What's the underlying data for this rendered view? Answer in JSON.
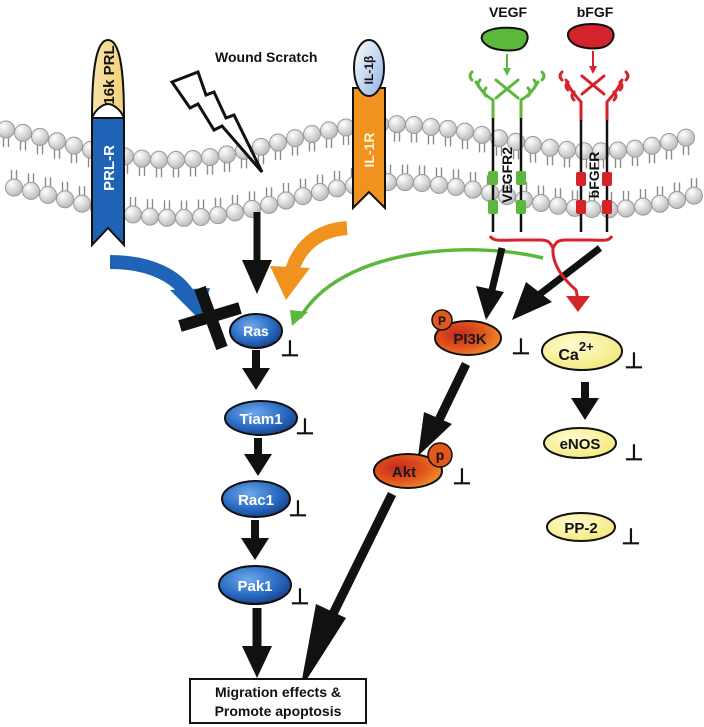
{
  "colors": {
    "prl_blue": "#1e63b5",
    "il1_orange": "#f0921e",
    "vegf_green": "#5cb83a",
    "bfgf_red": "#d4232a",
    "node_blue": "#2a6cc4",
    "node_orange": "#e2581c",
    "node_yellow": "#f7f09a",
    "lipid_grey": "#d8d8d8",
    "arrow_black": "#111111"
  },
  "receptors": {
    "prl": {
      "ligand": "16k PRL",
      "receptor": "PRL-R"
    },
    "wound": {
      "label": "Wound Scratch"
    },
    "il1": {
      "ligand": "IL-1β",
      "receptor": "IL-1R"
    },
    "vegf": {
      "ligand": "VEGF",
      "receptor": "VEGFR2"
    },
    "bfgf": {
      "ligand": "bFGF",
      "receptor": "bFGFR"
    }
  },
  "nodes": {
    "ras": "Ras",
    "tiam1": "Tiam1",
    "rac1": "Rac1",
    "pak1": "Pak1",
    "pi3k": "PI3K",
    "pi3k_phos": "P",
    "akt": "Akt",
    "akt_phos": "p",
    "ca": "Ca",
    "ca_sup": "2+",
    "enos": "eNOS",
    "pp2": "PP-2"
  },
  "inhibit_symbol": "⊥",
  "outcome": {
    "line1": "Migration effects &",
    "line2": "Promote apoptosis"
  }
}
